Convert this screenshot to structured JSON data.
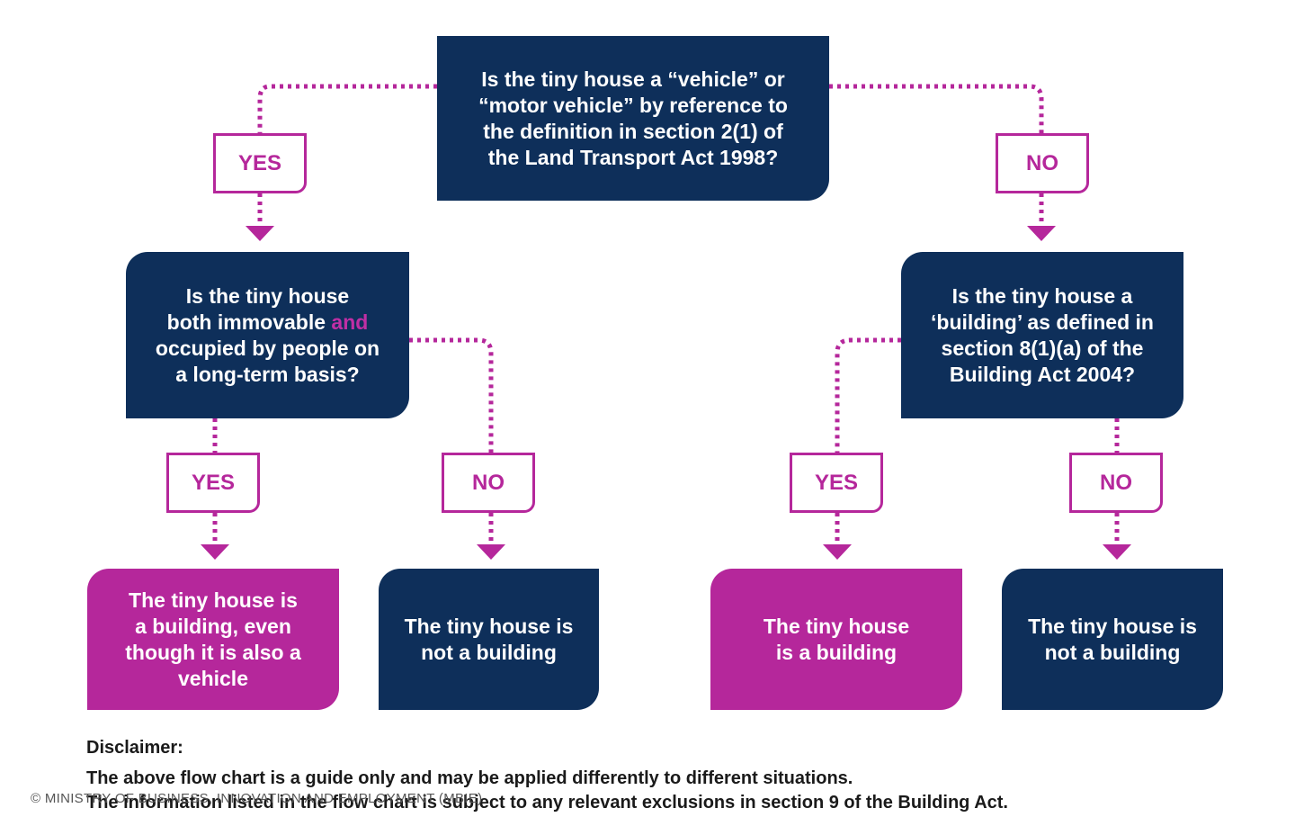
{
  "nodes": {
    "q1": "Is the tiny house a “vehicle” or\n“motor vehicle” by reference to\nthe definition in section 2(1) of\nthe Land Transport Act 1998?",
    "q2": {
      "line1": "Is the tiny house",
      "line2_pre": "both immovable ",
      "line2_and": "and",
      "line3": "occupied by people on",
      "line4": "a long-term basis?"
    },
    "q3": "Is the tiny house a\n‘building’ as defined in\nsection 8(1)(a) of the\nBuilding Act 2004?",
    "r1": "The tiny house is\na building, even\nthough it is also a\nvehicle",
    "r2": "The tiny house is\nnot a building",
    "r3": "The tiny house\nis a building",
    "r4": "The tiny house is\nnot a building"
  },
  "labels": {
    "q1_yes": "YES",
    "q1_no": "NO",
    "q2_yes": "YES",
    "q2_no": "NO",
    "q3_yes": "YES",
    "q3_no": "NO"
  },
  "disclaimer": {
    "title": "Disclaimer:",
    "line1": "The above flow chart is a guide only and may be applied differently to different situations.",
    "line2": "The information listed in the flow chart is subject to any relevant exclusions in section 9 of the Building Act."
  },
  "copyright": "© MINISTRY OF BUSINESS, INNOVATION AND EMPLOYMENT (MBIE)",
  "colors": {
    "navy": "#0e2f5a",
    "magenta": "#b5279b",
    "connector": "#b5279b"
  }
}
